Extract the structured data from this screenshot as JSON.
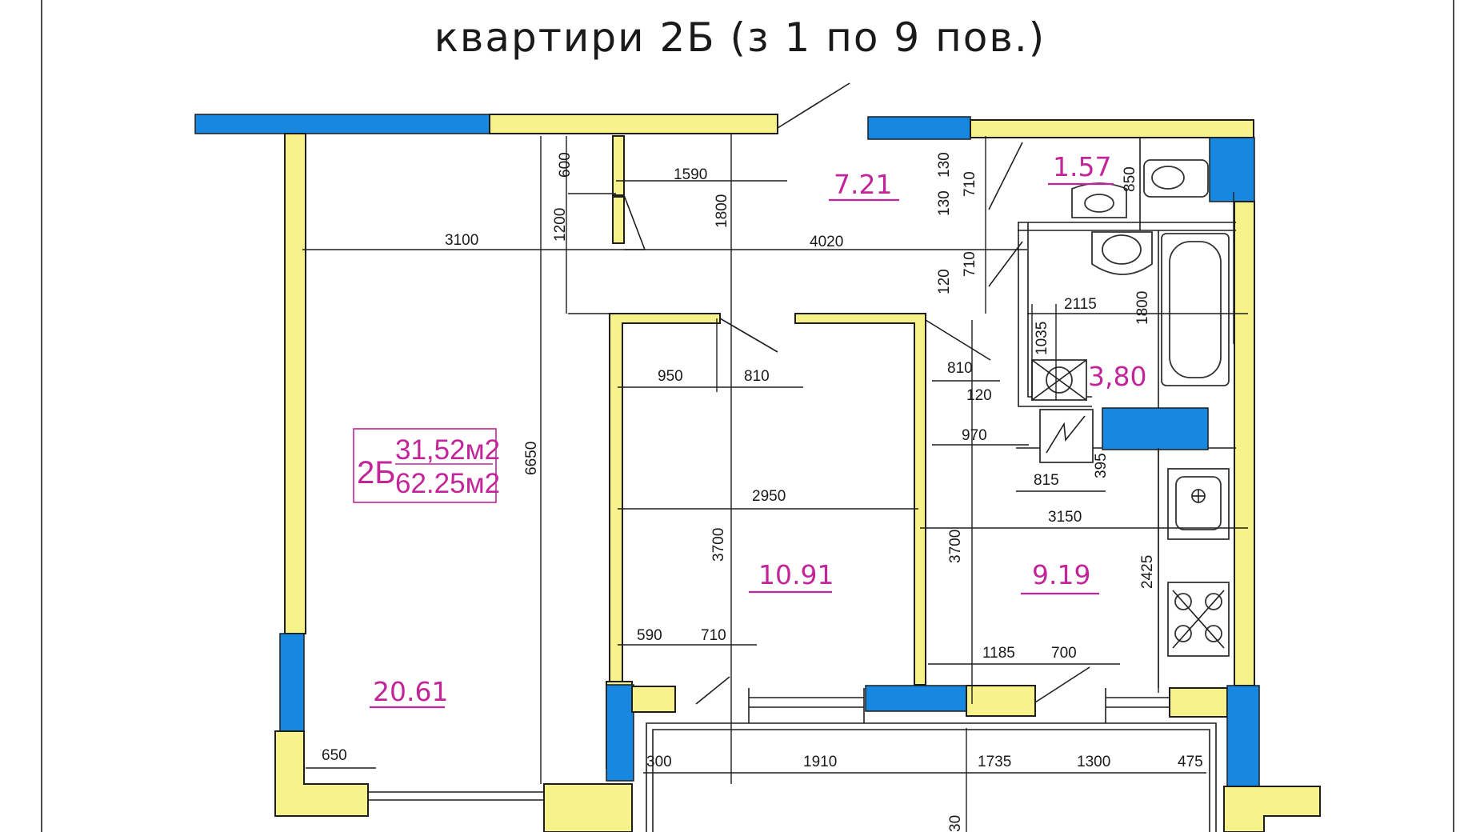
{
  "title": "квартири 2Б (з 1 по 9 пов.)",
  "apartment": {
    "code": "2Б",
    "living_area": "31,52м2",
    "total_area": "62.25м2"
  },
  "rooms": {
    "living_room": "20.61",
    "bedroom": "10.91",
    "kitchen": "9.19",
    "hall": "7.21",
    "wc": "1.57",
    "bathroom": "3,80"
  },
  "dimensions": {
    "d1590": "1590",
    "d600": "600",
    "d1800a": "1800",
    "d1200": "1200",
    "d3100": "3100",
    "d4020": "4020",
    "d6650": "6650",
    "d950": "950",
    "d810a": "810",
    "d2950": "2950",
    "d3700a": "3700",
    "d590": "590",
    "d710a": "710",
    "d130a": "130",
    "d130b": "130",
    "d710b": "710",
    "d710c": "710",
    "d120a": "120",
    "d850": "850",
    "d2115": "2115",
    "d1800b": "1800",
    "d1035": "1035",
    "d810b": "810",
    "d120b": "120",
    "d970": "970",
    "d815": "815",
    "d395": "395",
    "d3150": "3150",
    "d3700b": "3700",
    "d2425": "2425",
    "d1185": "1185",
    "d700": "700",
    "d650": "650",
    "d300": "300",
    "d1910": "1910",
    "d1735": "1735",
    "d1300": "1300",
    "d475": "475",
    "d30": "30"
  },
  "colors": {
    "wall": "#f7f38a",
    "window": "#1787e0",
    "label": "#c2259a"
  }
}
